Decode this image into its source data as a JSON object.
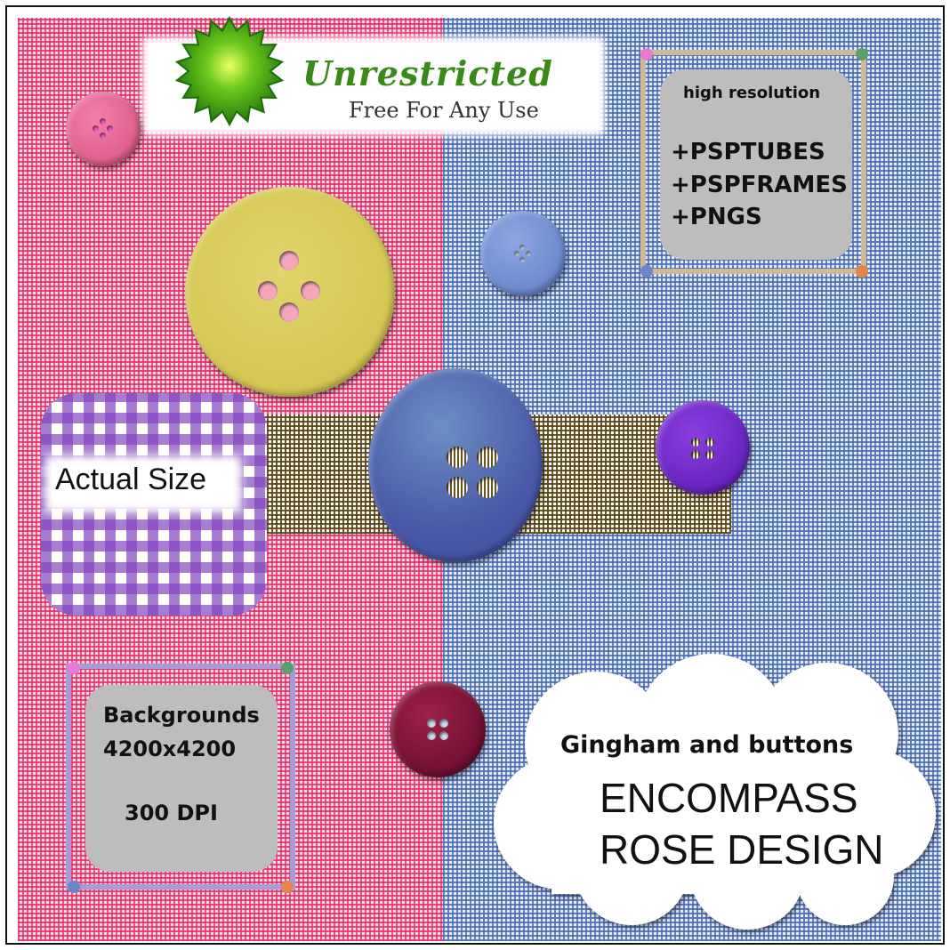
{
  "banner": {
    "title": "Unrestricted",
    "subtitle": "Free For Any Use"
  },
  "info_box": {
    "heading": "high resolution",
    "items": [
      "+PSPTUBES",
      "+PSPFRAMES",
      "+PNGS"
    ]
  },
  "sample": {
    "label": "Actual Size"
  },
  "backgrounds_box": {
    "line1": "Backgrounds",
    "line2": "4200x4200",
    "line3": "300 DPI"
  },
  "cloud": {
    "subtitle": "Gingham and buttons",
    "brand_line1": "ENCOMPASS",
    "brand_line2": "ROSE DESIGN"
  },
  "colors": {
    "pink": "#e42864",
    "blue": "#4669b4",
    "green": "#3a8a1a"
  }
}
